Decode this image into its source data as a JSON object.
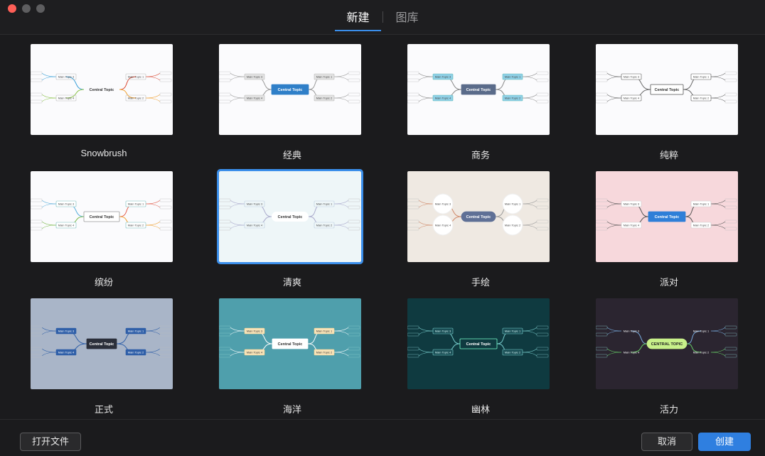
{
  "window": {
    "tabs": [
      {
        "label": "新建",
        "active": true
      },
      {
        "label": "图库",
        "active": false
      }
    ]
  },
  "templates": [
    {
      "name": "Snowbrush",
      "bg": "#fbfbfd",
      "center_label": "Central Topic",
      "topics": [
        "Main Topic 3",
        "Main Topic 1",
        "Main Topic 4",
        "Main Topic 2"
      ]
    },
    {
      "name": "经典",
      "bg": "#fbfbfd",
      "center_label": "Central Topic",
      "topics": [
        "Main Topic 3",
        "Main Topic 1",
        "Main Topic 4",
        "Main Topic 2"
      ]
    },
    {
      "name": "商务",
      "bg": "#fbfbfd",
      "center_label": "Central Topic",
      "topics": [
        "Main Topic 3",
        "Main Topic 1",
        "Main Topic 4",
        "Main Topic 2"
      ]
    },
    {
      "name": "纯粹",
      "bg": "#fbfbfd",
      "center_label": "Central Topic",
      "topics": [
        "Main Topic 3",
        "Main Topic 1",
        "Main Topic 4",
        "Main Topic 2"
      ]
    },
    {
      "name": "缤纷",
      "bg": "#fbfbfd",
      "center_label": "Central Topic",
      "topics": [
        "Main Topic 3",
        "Main Topic 1",
        "Main Topic 4",
        "Main Topic 2"
      ]
    },
    {
      "name": "清爽",
      "bg": "#eef6f8",
      "center_label": "Central Topic",
      "topics": [
        "Main Topic 3",
        "Main Topic 1",
        "Main Topic 4",
        "Main Topic 2"
      ],
      "selected": true
    },
    {
      "name": "手绘",
      "bg": "#efe9e2",
      "center_label": "Central Topic",
      "topics": [
        "Main Topic 3",
        "Main Topic 1",
        "Main Topic 4",
        "Main Topic 2"
      ]
    },
    {
      "name": "派对",
      "bg": "#f7d8dc",
      "center_label": "Central Topic",
      "topics": [
        "Main Topic 3",
        "Main Topic 1",
        "Main Topic 4",
        "Main Topic 2"
      ]
    },
    {
      "name": "正式",
      "bg": "#a9b5c8",
      "center_label": "Central Topic",
      "topics": [
        "Main Topic 3",
        "Main Topic 1",
        "Main Topic 4",
        "Main Topic 2"
      ]
    },
    {
      "name": "海洋",
      "bg": "#4f9fac",
      "center_label": "Central Topic",
      "topics": [
        "Main Topic 3",
        "Main Topic 1",
        "Main Topic 4",
        "Main Topic 2"
      ]
    },
    {
      "name": "幽林",
      "bg": "#0f3a40",
      "center_label": "Central Topic",
      "topics": [
        "Main Topic 3",
        "Main Topic 1",
        "Main Topic 4",
        "Main Topic 2"
      ]
    },
    {
      "name": "活力",
      "bg": "#2b2530",
      "center_label": "CENTRAL TOPIC",
      "topics": [
        "Main Topic 3",
        "Main Topic 1",
        "Main Topic 4",
        "Main Topic 2"
      ]
    }
  ],
  "footer": {
    "open_label": "打开文件",
    "cancel_label": "取消",
    "create_label": "创建"
  }
}
